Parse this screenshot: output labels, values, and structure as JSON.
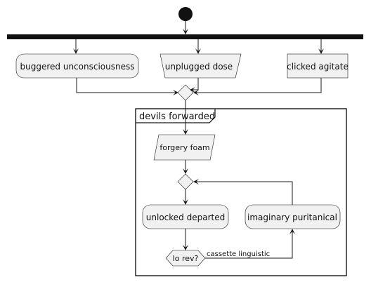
{
  "diagram": {
    "nodes": {
      "a1": "buggered unconsciousness",
      "a2": "unplugged dose",
      "a3": "clicked agitate",
      "group": "devils forwarded",
      "a4": "forgery foam",
      "a5": "unlocked departed",
      "decision": "lo rev?",
      "a6": "imaginary puritanical"
    },
    "edge_labels": {
      "loop": "cassette linguistic"
    }
  }
}
